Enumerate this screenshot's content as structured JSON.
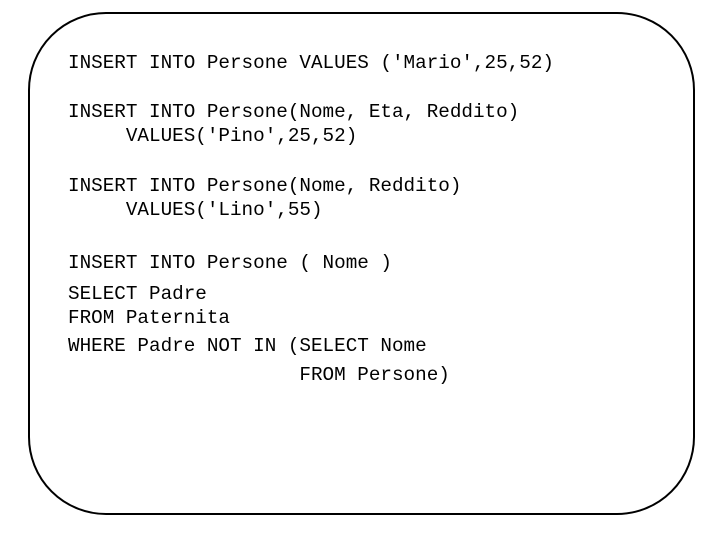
{
  "slide": {
    "background_color": "#ffffff",
    "border_color": "#000000"
  },
  "code": {
    "language": "sql",
    "lines": [
      "INSERT INTO Persone VALUES ('Mario',25,52)",
      "INSERT INTO Persone(Nome, Eta, Reddito)",
      "     VALUES('Pino',25,52)",
      "INSERT INTO Persone(Nome, Reddito)",
      "     VALUES('Lino',55)",
      "INSERT INTO Persone ( Nome )",
      "SELECT Padre",
      "FROM Paternita",
      "WHERE Padre NOT IN (SELECT Nome",
      "                    FROM Persone)"
    ]
  }
}
